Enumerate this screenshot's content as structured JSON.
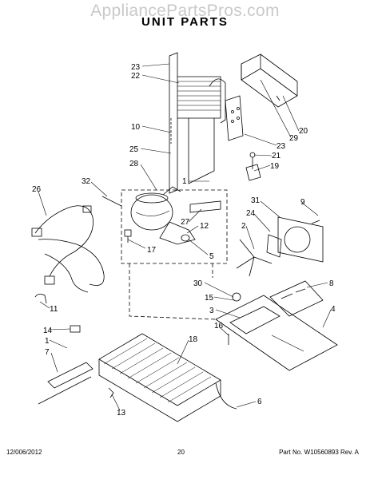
{
  "watermark": "AppliancePartsPros.com",
  "title": "UNIT PARTS",
  "callouts": [
    "23",
    "22",
    "10",
    "25",
    "28",
    "1",
    "32",
    "26",
    "27",
    "12",
    "17",
    "5",
    "9",
    "31",
    "24",
    "2",
    "20",
    "29",
    "23",
    "21",
    "19",
    "8",
    "30",
    "15",
    "3",
    "4",
    "16",
    "18",
    "14",
    "1",
    "7",
    "11",
    "13",
    "6"
  ],
  "footer": {
    "date": "12/006/2012",
    "page": "20",
    "part_no": "Part No.  W10560893  Rev. A"
  }
}
